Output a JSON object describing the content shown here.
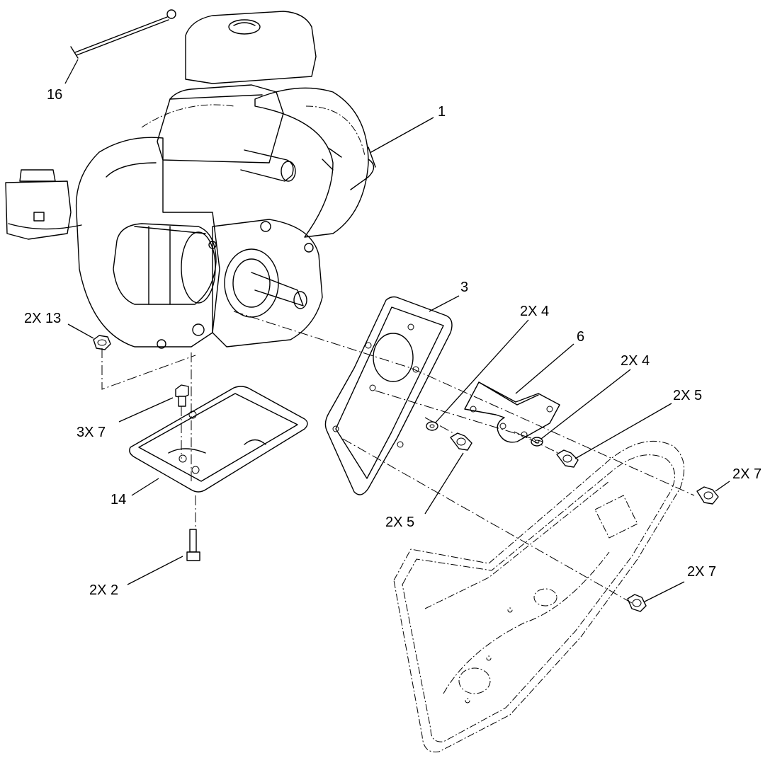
{
  "callouts": {
    "c16": "16",
    "c1": "1",
    "c3": "3",
    "c13": "2X 13",
    "c4a": "2X 4",
    "c6": "6",
    "c4b": "2X 4",
    "c5a": "2X 5",
    "c7a": "3X 7",
    "c7b": "2X 7",
    "c14": "14",
    "c5b": "2X 5",
    "c2": "2X 2",
    "c7c": "2X 7"
  },
  "parts": [
    {
      "id": "1",
      "name": "engine"
    },
    {
      "id": "2",
      "name": "bolt"
    },
    {
      "id": "3",
      "name": "mounting plate"
    },
    {
      "id": "4",
      "name": "washer"
    },
    {
      "id": "5",
      "name": "screw"
    },
    {
      "id": "6",
      "name": "bracket"
    },
    {
      "id": "7",
      "name": "flange bolt"
    },
    {
      "id": "13",
      "name": "flange nut"
    },
    {
      "id": "14",
      "name": "base plate"
    },
    {
      "id": "16",
      "name": "wire tie"
    }
  ]
}
